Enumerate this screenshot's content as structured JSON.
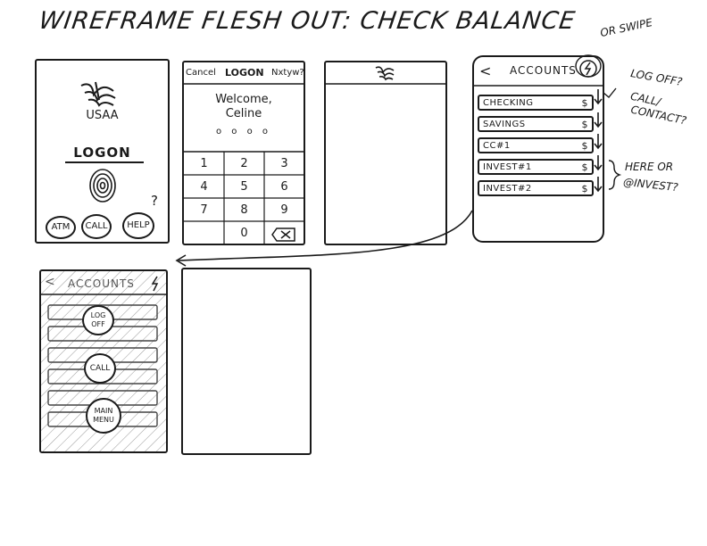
{
  "title": "WIREFRAME FLESH OUT: CHECK BALANCE",
  "screen1": {
    "brand": "USAA",
    "logon_label": "LOGON",
    "buttons": [
      "ATM",
      "CALL",
      "HELP"
    ],
    "help_mark": "?"
  },
  "screen2": {
    "cancel": "Cancel",
    "logon": "LOGON",
    "next": "Nxtyw?",
    "welcome_line1": "Welcome,",
    "welcome_line2": "Celine",
    "pin_dots": "o o o o",
    "keys": [
      "1",
      "2",
      "3",
      "4",
      "5",
      "6",
      "7",
      "8",
      "9",
      "0"
    ]
  },
  "screen4": {
    "back": "<",
    "title": "ACCOUNTS",
    "accounts": [
      {
        "name": "CHECKING",
        "value": "$"
      },
      {
        "name": "SAVINGS",
        "value": "$"
      },
      {
        "name": "CC#1",
        "value": "$"
      },
      {
        "name": "INVEST#1",
        "value": "$"
      },
      {
        "name": "INVEST#2",
        "value": "$"
      }
    ]
  },
  "notes": {
    "or_swipe": "OR SWIPE",
    "log_off": "LOG OFF?",
    "call_contact_1": "CALL/",
    "call_contact_2": "CONTACT?",
    "here_or_1": "HERE OR",
    "here_or_2": "@INVEST?"
  },
  "screen5": {
    "back": "<",
    "title": "ACCOUNTS",
    "menu": [
      "LOG OFF",
      "CALL",
      "MAIN MENU"
    ]
  }
}
